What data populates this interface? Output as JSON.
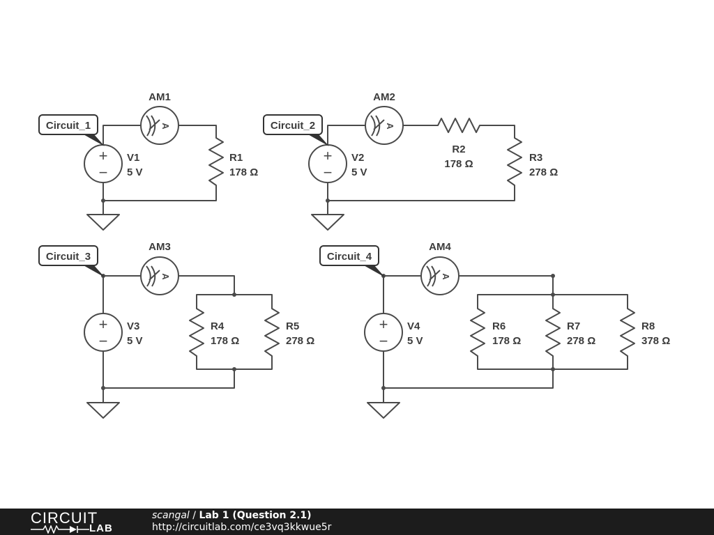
{
  "circuits": [
    {
      "tag": "Circuit_1",
      "ammeter": "AM1",
      "source": {
        "name": "V1",
        "value": "5 V"
      },
      "resistors": [
        {
          "name": "R1",
          "value": "178 Ω"
        }
      ]
    },
    {
      "tag": "Circuit_2",
      "ammeter": "AM2",
      "source": {
        "name": "V2",
        "value": "5 V"
      },
      "resistors": [
        {
          "name": "R2",
          "value": "178 Ω"
        },
        {
          "name": "R3",
          "value": "278 Ω"
        }
      ]
    },
    {
      "tag": "Circuit_3",
      "ammeter": "AM3",
      "source": {
        "name": "V3",
        "value": "5 V"
      },
      "resistors": [
        {
          "name": "R4",
          "value": "178 Ω"
        },
        {
          "name": "R5",
          "value": "278 Ω"
        }
      ]
    },
    {
      "tag": "Circuit_4",
      "ammeter": "AM4",
      "source": {
        "name": "V4",
        "value": "5 V"
      },
      "resistors": [
        {
          "name": "R6",
          "value": "178 Ω"
        },
        {
          "name": "R7",
          "value": "278 Ω"
        },
        {
          "name": "R8",
          "value": "378 Ω"
        }
      ]
    }
  ],
  "symbols": {
    "ammeter_letter": "A",
    "plus": "+",
    "minus": "−"
  },
  "footer": {
    "logo_top": "CIRCUIT",
    "logo_bottom": "LAB",
    "author": "scangal",
    "separator": " / ",
    "title": "Lab 1 (Question 2.1)",
    "url": "http://circuitlab.com/ce3vq3kkwue5r"
  },
  "colors": {
    "wire": "#4a4a4a",
    "footer_bg": "#1c1c1c",
    "text": "#3c3c3c"
  }
}
